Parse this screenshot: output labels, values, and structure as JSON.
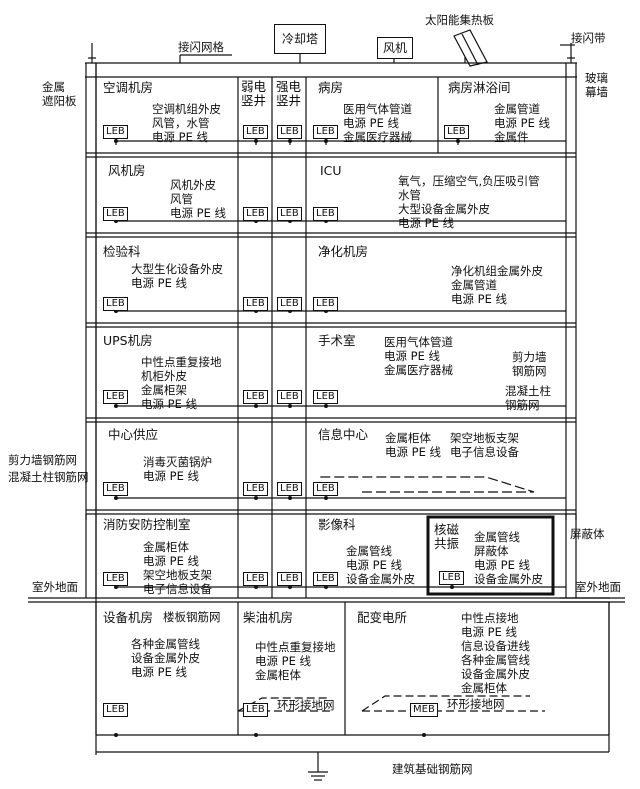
{
  "roof": {
    "cooling_tower": "冷却塔",
    "fan": "风机",
    "solar_panel": "太阳能集热板",
    "lightning_grid": "接闪网格",
    "lightning_strip": "接闪带"
  },
  "sides": {
    "metal_sunshade": "金属\n遮阳板",
    "glass_curtain": "玻璃\n幕墙",
    "shear_wall_rebar": "剪力墙钢筋网",
    "concrete_col_rebar": "混凝土柱钢筋网",
    "outdoor_ground_left": "室外地面",
    "outdoor_ground_right": "室外地面",
    "shielding": "屏蔽体"
  },
  "leb": "LEB",
  "meb": "MEB",
  "shafts": {
    "weak": "弱电\n竖井",
    "strong": "强电\n竖井"
  },
  "floors": {
    "f1": {
      "left_title": "空调机房",
      "left_items": "空调机组外皮\n风管，水管\n电源 PE 线",
      "right_title": "病房",
      "right_items": "医用气体管道\n电源 PE 线\n金属医疗器械",
      "shower_title": "病房淋浴间",
      "shower_items": "金属管道\n电源 PE 线\n金属件"
    },
    "f2": {
      "left_title": "风机房",
      "left_items": "风机外皮\n风管\n电源 PE 线",
      "right_title": "ICU",
      "right_items": "氧气，压缩空气,负压吸引管\n水管\n大型设备金属外皮\n电源 PE 线"
    },
    "f3": {
      "left_title": "检验科",
      "left_items": "大型生化设备外皮\n电源 PE 线",
      "right_title": "净化机房",
      "right_items": "净化机组金属外皮\n金属管道\n电源 PE 线"
    },
    "f4": {
      "left_title": "UPS机房",
      "left_items": "中性点重复接地\n机柜外皮\n金属柜架\n电源 PE 线",
      "right_title": "手术室",
      "right_items": "医用气体管道\n电源 PE 线\n金属医疗器械",
      "wall_label1": "剪力墙\n钢筋网",
      "wall_label2": "混凝土柱\n钢筋网"
    },
    "f5": {
      "left_title": "中心供应",
      "left_items": "消毒灭菌锅炉\n电源 PE 线",
      "right_title": "信息中心",
      "right_items1": "金属柜体\n电源 PE 线",
      "right_items2": "架空地板支架\n电子信息设备"
    },
    "f6": {
      "left_title": "消防安防控制室",
      "left_items": "金属柜体\n电源 PE 线\n架空地板支架\n电子信息设备",
      "right_title": "影像科",
      "right_items": "金属管线\n电源 PE 线\n设备金属外皮",
      "mri_title": "核磁\n共振",
      "mri_items": "金属管线\n屏蔽体\n电源 PE 线\n设备金属外皮"
    },
    "f7": {
      "left_title": "设备机房",
      "left_items": "各种金属管线\n设备金属外皮\n电源 PE 线",
      "floor_rebar": "楼板钢筋网",
      "mid_title": "柴油机房",
      "mid_items": "中性点重复接地\n电源 PE 线\n金属柜体",
      "mid_ring": "环形接地网",
      "right_title": "配变电所",
      "right_items": "中性点接地\n电源 PE 线\n信息设备进线\n各种金属管线\n设备金属外皮\n金属柜体",
      "right_ring": "环形接地网"
    }
  },
  "foundation": "建筑基础钢筋网"
}
